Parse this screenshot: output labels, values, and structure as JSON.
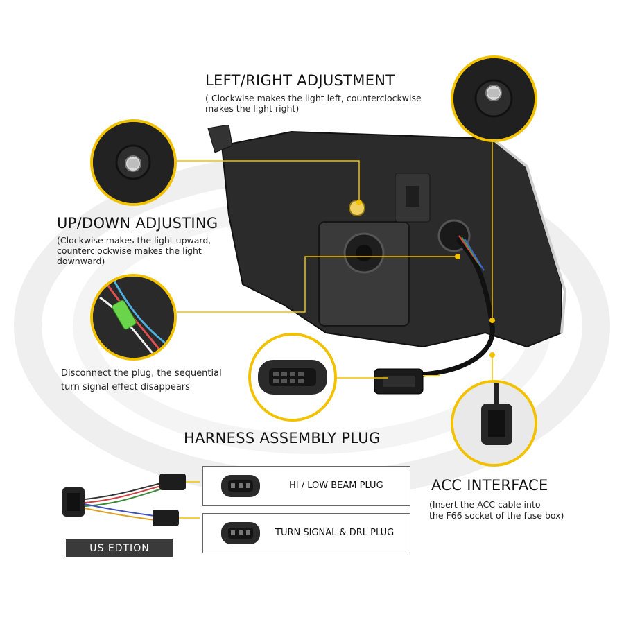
{
  "left_right": {
    "title": "LEFT/RIGHT ADJUSTMENT",
    "note_line1": "( Clockwise makes the light left, counterclockwise",
    "note_line2": "makes the light right)"
  },
  "up_down": {
    "title": "UP/DOWN ADJUSTING",
    "note_line1": "(Clockwise makes the light upward,",
    "note_line2": "counterclockwise makes the light",
    "note_line3": "downward)"
  },
  "plug_note": {
    "line1": "Disconnect the plug, the sequential",
    "line2": "turn signal effect disappears"
  },
  "harness": {
    "title": "HARNESS ASSEMBLY PLUG",
    "plug1_label": "HI / LOW BEAM PLUG",
    "plug2_label": "TURN SIGNAL & DRL PLUG",
    "edition_label": "US EDTION"
  },
  "acc": {
    "title": "ACC INTERFACE",
    "note_line1": "(Insert the ACC cable into",
    "note_line2": "the F66 socket of the fuse box)"
  },
  "colors": {
    "accent": "#f2c200",
    "housing": "#2a2a2a",
    "badge": "#3a3a3a"
  }
}
